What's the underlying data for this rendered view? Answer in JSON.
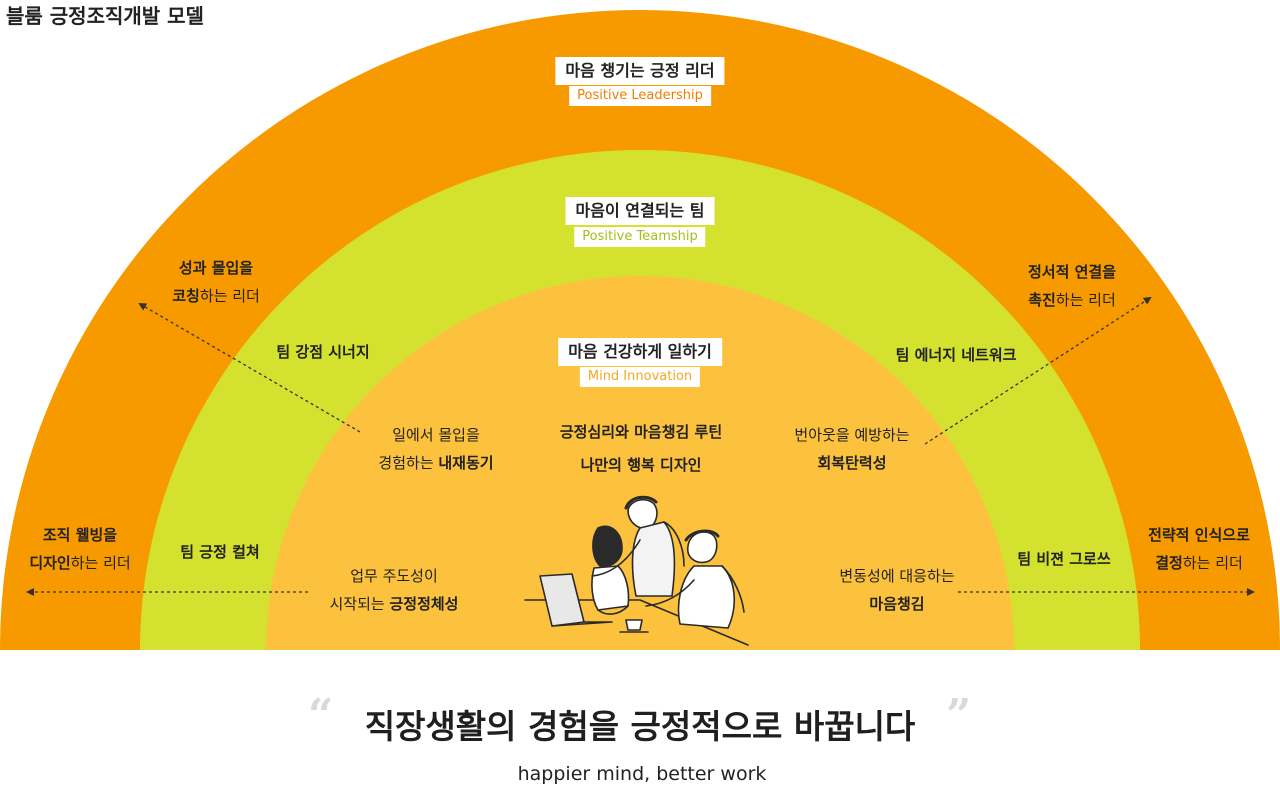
{
  "title": "블룸 긍정조직개발 모델",
  "colors": {
    "outer": "#F79A00",
    "middle": "#D4E12F",
    "inner": "#FCC23E",
    "outer_sub": "#F07C00",
    "middle_sub": "#A5BE1A",
    "inner_sub": "#F3A81E"
  },
  "layers": {
    "outer": {
      "title": "마음 챙기는 긍정 리더",
      "subtitle": "Positive Leadership"
    },
    "middle": {
      "title": "마음이 연결되는 팀",
      "subtitle": "Positive Teamship"
    },
    "inner": {
      "title": "마음 건강하게 일하기",
      "subtitle": "Mind Innovation"
    }
  },
  "outer_items": {
    "coaching": {
      "line1": "성과 몰입을",
      "bold": "코칭",
      "rest": "하는 리더"
    },
    "emotion": {
      "line1": "정서적 연결을",
      "bold": "촉진",
      "rest": "하는 리더"
    },
    "design": {
      "line1": "조직 웰빙을",
      "bold": "디자인",
      "rest": "하는 리더"
    },
    "strategy": {
      "line1": "전략적 인식으로",
      "bold": "결정",
      "rest": "하는 리더"
    }
  },
  "middle_items": {
    "synergy": "팀 강점 시너지",
    "network": "팀 에너지 네트워크",
    "culture": "팀 긍정 컬쳐",
    "growth": "팀 비젼 그로쓰"
  },
  "inner_items": {
    "motivation": {
      "line1": "일에서 몰입을",
      "plain": "경험하는 ",
      "bold": "내재동기"
    },
    "resilience": {
      "line1": "번아웃을 예방하는",
      "bold": "회복탄력성"
    },
    "identity": {
      "line1": "업무 주도성이",
      "plain": "시작되는 ",
      "bold": "긍정정체성"
    },
    "mindfulness": {
      "line1": "변동성에 대응하는",
      "bold": "마음챙김"
    },
    "routine": "긍정심리와 마음챙김 루틴",
    "happiness": "나만의 행복 디자인"
  },
  "illustration": "people-working-illustration",
  "quote": {
    "open": "“",
    "text": "직장생활의 경험을 긍정적으로 바꿉니다",
    "close": "”",
    "sub": "happier mind, better work"
  }
}
